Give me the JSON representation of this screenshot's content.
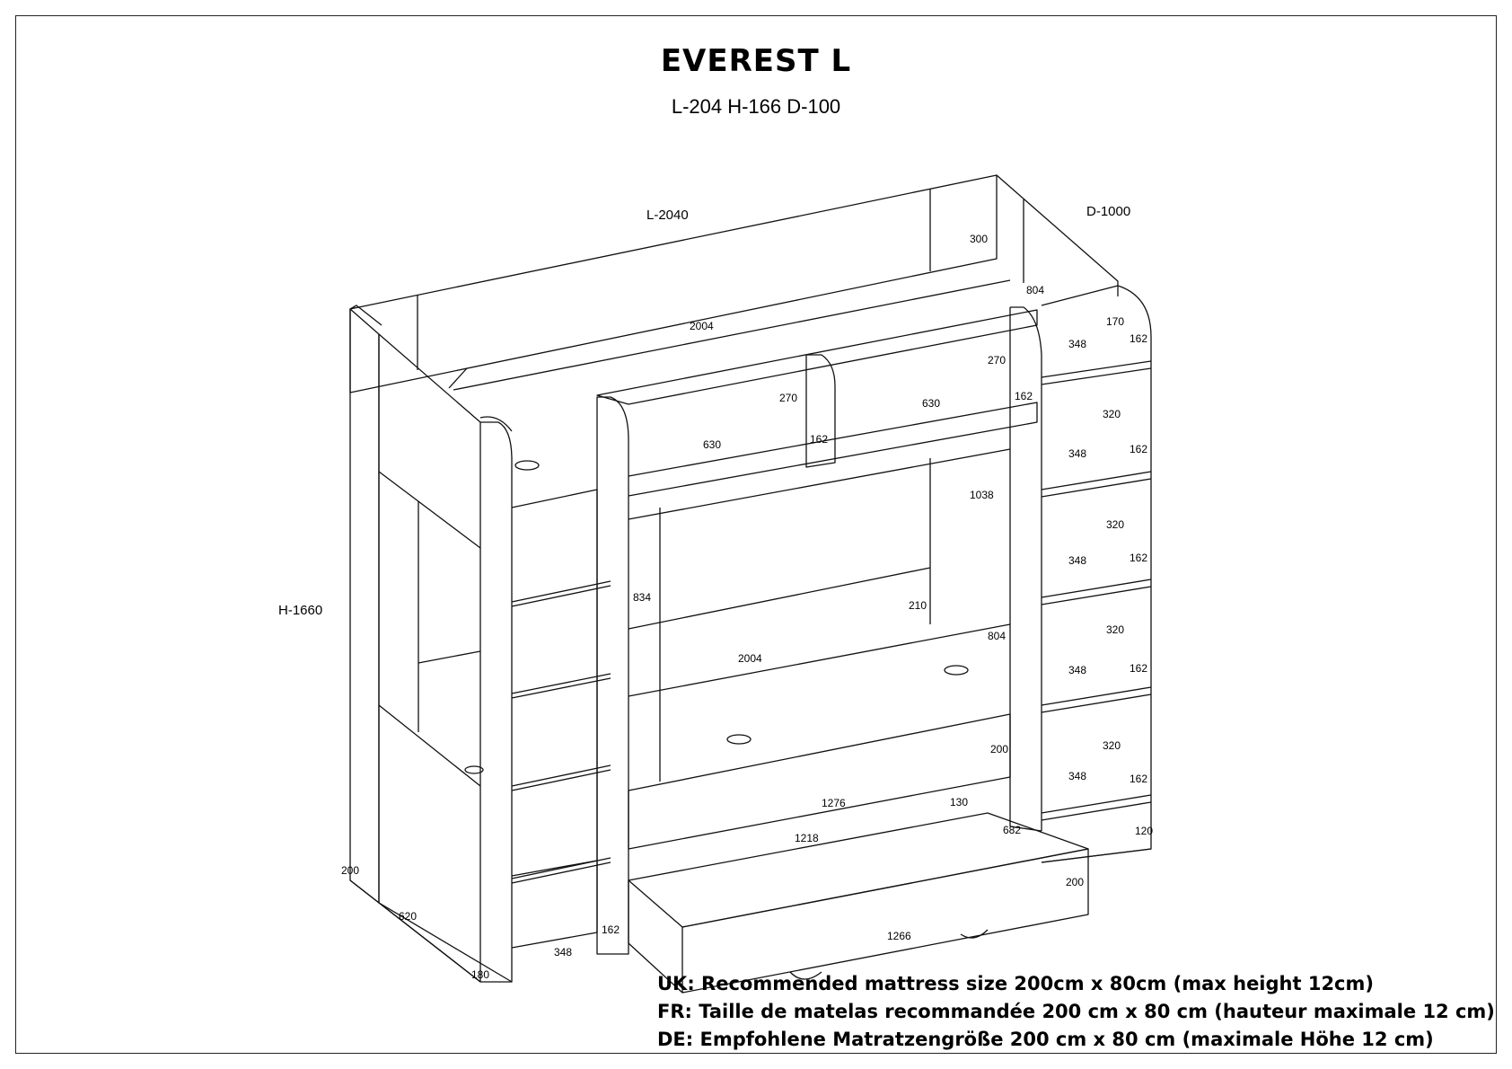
{
  "title": "EVEREST L",
  "subtitle": "L-204 H-166 D-100",
  "dims": {
    "length": "L-2040",
    "depth": "D-1000",
    "height": "H-1660",
    "d2004_top": "2004",
    "d300": "300",
    "d804_top": "804",
    "d170": "170",
    "d270_right": "270",
    "d270_mid": "270",
    "d162_shelf": "162",
    "d162_mid": "162",
    "d630_left": "630",
    "d630_right": "630",
    "d1038": "1038",
    "d834": "834",
    "d210": "210",
    "d804_mid": "804",
    "d2004_mid": "2004",
    "d200_drawer_top": "200",
    "d1276": "1276",
    "d130": "130",
    "d1218": "1218",
    "d682": "682",
    "d200_drawer": "200",
    "d1266": "1266",
    "d162_ladder": "162",
    "d348_bottom": "348",
    "d200_left": "200",
    "d620": "620",
    "d180": "180",
    "d120": "120",
    "shelf_348": [
      "348",
      "348",
      "348",
      "348",
      "348"
    ],
    "shelf_162": [
      "162",
      "162",
      "162",
      "162",
      "162"
    ],
    "shelf_320": [
      "320",
      "320",
      "320",
      "320"
    ]
  },
  "notes": {
    "uk": "UK: Recommended mattress size 200cm x 80cm (max height 12cm)",
    "fr": "FR: Taille de matelas recommandée 200 cm x 80 cm (hauteur maximale 12 cm)",
    "de": "DE: Empfohlene Matratzengröße 200 cm x 80 cm (maximale Höhe 12 cm)"
  }
}
